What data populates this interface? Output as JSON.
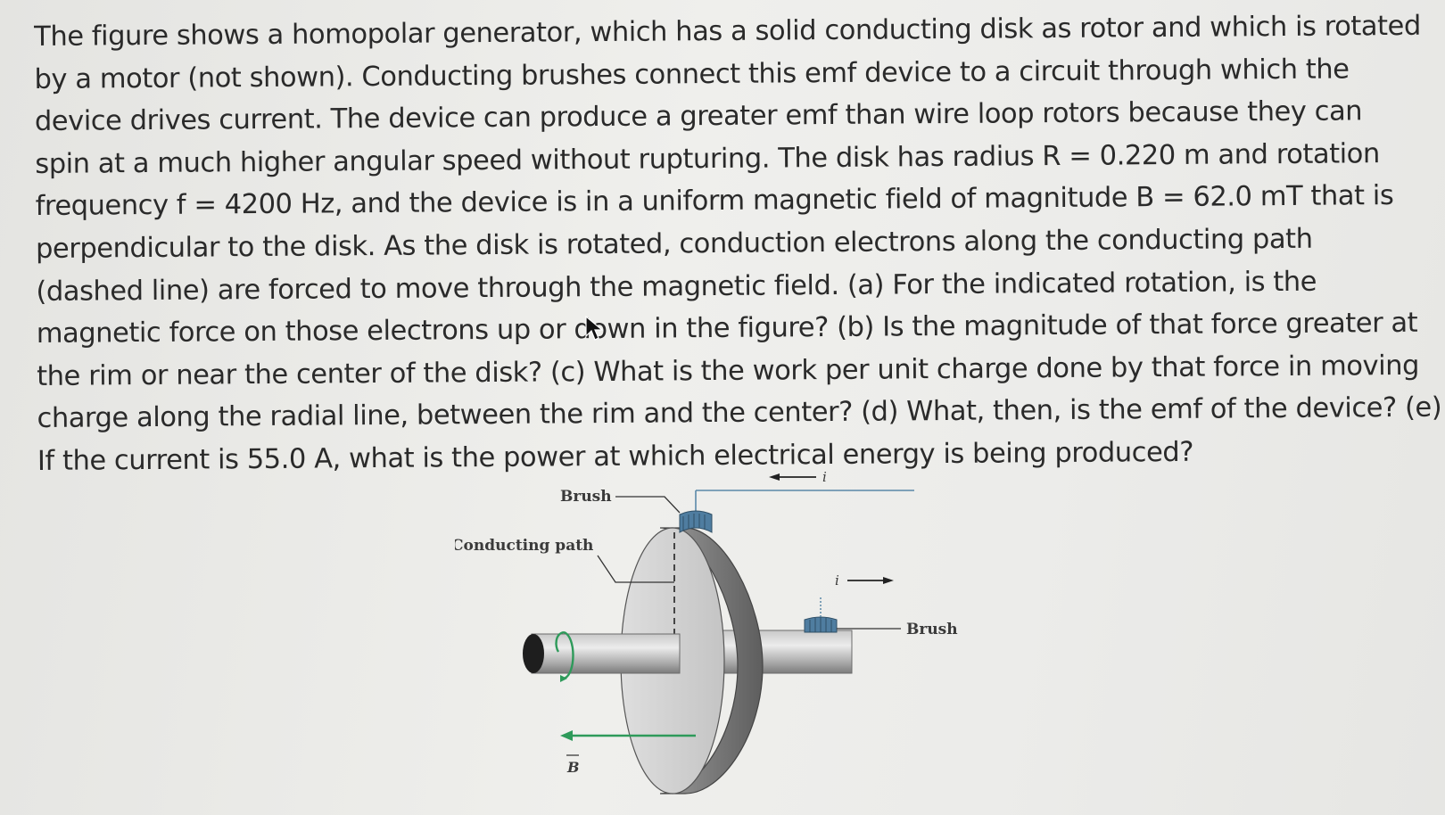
{
  "problem": {
    "lines": [
      "The figure shows a homopolar generator, which has a solid conducting disk as rotor and which is rotated",
      "by a motor (not shown). Conducting brushes connect this emf device to a circuit through which the",
      "device drives current. The device can produce a greater emf than wire loop rotors because they can",
      "spin at a much higher angular speed without rupturing. The disk has radius R = 0.220 m and rotation",
      "frequency f = 4200 Hz, and the device is in a uniform magnetic field of magnitude B = 62.0 mT that is",
      "perpendicular to the disk. As the disk is rotated, conduction electrons along the conducting path",
      "(dashed line) are forced to move through the magnetic field. (a) For the indicated rotation, is the",
      "magnetic force on those electrons up or down in the figure? (b) Is the magnitude of that force greater at",
      "the rim or near the center of the disk? (c) What is the work per unit charge done by that force in moving",
      "charge along the radial line, between the rim and the center? (d) What, then, is the emf of the device? (e)",
      "If the current is 55.0 A, what is the power at which electrical energy is being produced?"
    ]
  },
  "figure": {
    "label_brush_top": "Brush",
    "label_conducting_path": "Conducting path",
    "label_brush_right": "Brush",
    "label_current_top": "i",
    "label_current_mid": "i",
    "label_field": "B",
    "colors": {
      "field_arrow": "#2e9a5a",
      "disk_face": "#cfcfcf",
      "disk_rim": "#8e8e8e",
      "brush": "#4f7da0",
      "wire": "#5a88a8"
    }
  }
}
